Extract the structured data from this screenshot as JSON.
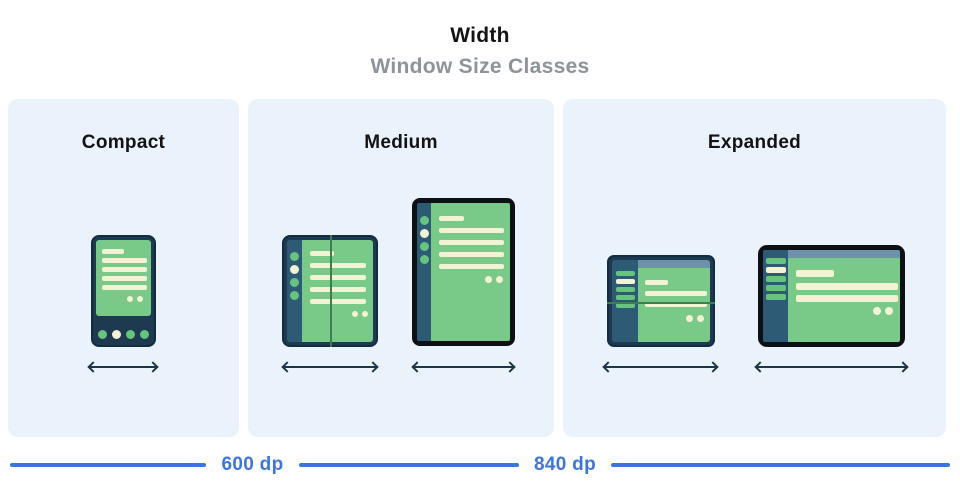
{
  "header": {
    "title": "Width",
    "subtitle": "Window Size Classes"
  },
  "panels": [
    {
      "label": "Compact",
      "devices": [
        {
          "name": "phone"
        }
      ]
    },
    {
      "label": "Medium",
      "devices": [
        {
          "name": "foldable-open"
        },
        {
          "name": "tablet-portrait"
        }
      ]
    },
    {
      "label": "Expanded",
      "devices": [
        {
          "name": "foldable-flat-landscape"
        },
        {
          "name": "tablet-landscape"
        }
      ]
    }
  ],
  "ruler": {
    "breakpoints": [
      "600 dp",
      "840 dp"
    ]
  },
  "colors": {
    "panel_bg": "#eaf2fb",
    "frame_navy": "#1e3a50",
    "frame_outline": "#142c40",
    "frame_black": "#0d1015",
    "rail_navy": "#2d5b76",
    "screen_green": "#79c988",
    "dot_green": "#67c47d",
    "content_cream": "#f2f3d4",
    "topbar_slate": "#6e92ac",
    "fold_dark": "#3e7e51",
    "arrow_navy": "#1c3549",
    "accent_blue": "#3c74e0",
    "subtitle_gray": "#8d939b"
  }
}
